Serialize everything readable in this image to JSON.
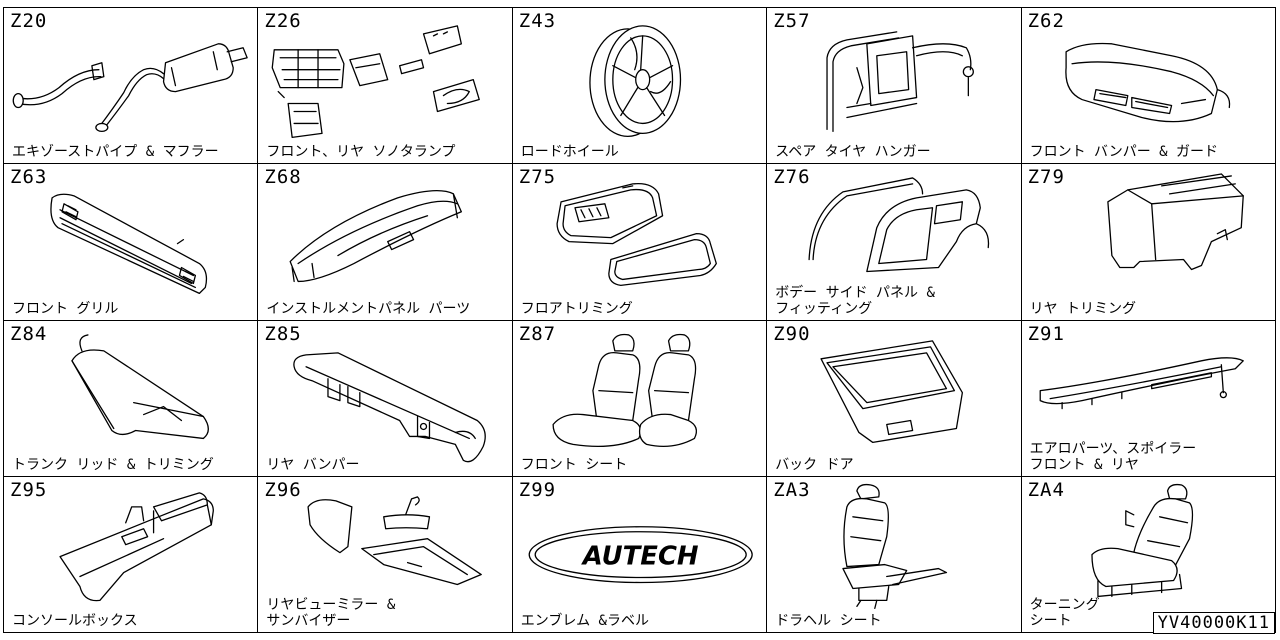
{
  "cells": [
    {
      "code": "Z20",
      "label": "エキゾーストパイプ & マフラー"
    },
    {
      "code": "Z26",
      "label": "フロント、リヤ ソノタランプ"
    },
    {
      "code": "Z43",
      "label": "ロードホイール"
    },
    {
      "code": "Z57",
      "label": "スペア タイヤ ハンガー"
    },
    {
      "code": "Z62",
      "label": "フロント バンパー & ガード"
    },
    {
      "code": "Z63",
      "label": "フロント グリル"
    },
    {
      "code": "Z68",
      "label": "インストルメントパネル パーツ"
    },
    {
      "code": "Z75",
      "label": "フロアトリミング"
    },
    {
      "code": "Z76",
      "label": "ボデー サイド パネル &\nフィッティング"
    },
    {
      "code": "Z79",
      "label": "リヤ トリミング"
    },
    {
      "code": "Z84",
      "label": "トランク リッド & トリミング"
    },
    {
      "code": "Z85",
      "label": "リヤ バンパー"
    },
    {
      "code": "Z87",
      "label": "フロント シート"
    },
    {
      "code": "Z90",
      "label": "バック ドア"
    },
    {
      "code": "Z91",
      "label": "エアロパーツ、スポイラー\nフロント & リヤ"
    },
    {
      "code": "Z95",
      "label": "コンソールボックス"
    },
    {
      "code": "Z96",
      "label": "リヤビューミラー &\nサンバイザー"
    },
    {
      "code": "Z99",
      "label": "エンブレム &ラベル"
    },
    {
      "code": "ZA3",
      "label": "ドラヘル シート"
    },
    {
      "code": "ZA4",
      "label": "ターニング\nシート"
    }
  ],
  "emblem_text": "AUTECH",
  "reference": "YV40000K11"
}
